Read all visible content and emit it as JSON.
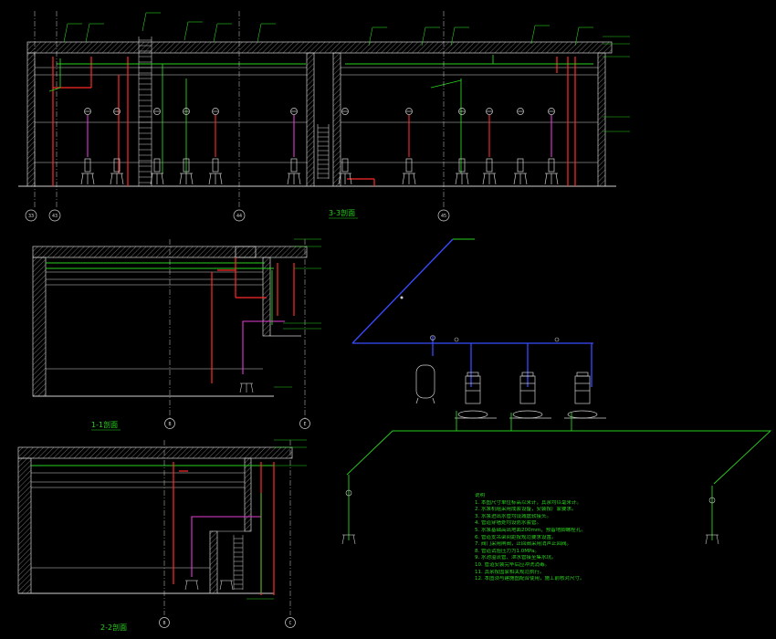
{
  "titles": {
    "section_33": "3-3剖面",
    "section_11": "1-1剖面",
    "section_22": "2-2剖面"
  },
  "axes": {
    "s33": [
      "33",
      "43",
      "44",
      "45"
    ],
    "s11": [
      "B",
      "E"
    ],
    "s22": [
      "B",
      "C"
    ]
  },
  "notes": {
    "heading": "说明",
    "items": [
      "1. 本图尺寸单位标高以米计，其余均以毫米计。",
      "2. 水泵机组采用成套设备，安装按厂家要求。",
      "3. 水泵进出水管均设减震软接头。",
      "4. 管道穿墙处均设防水套管。",
      "5. 水泵基础高出地面200mm，预留地脚螺栓孔。",
      "6. 管道支吊架间距按规范要求设置。",
      "7. 阀门采用闸阀，止回阀采用消声止回阀。",
      "8. 管道试验压力为1.0MPa。",
      "9. 水池溢流管、泄水管接至集水坑。",
      "10. 管道安装完毕后应冲洗消毒。",
      "11. 其余按国家相关规范执行。",
      "12. 本图须与建施图配合使用，施工前核对尺寸。"
    ]
  }
}
